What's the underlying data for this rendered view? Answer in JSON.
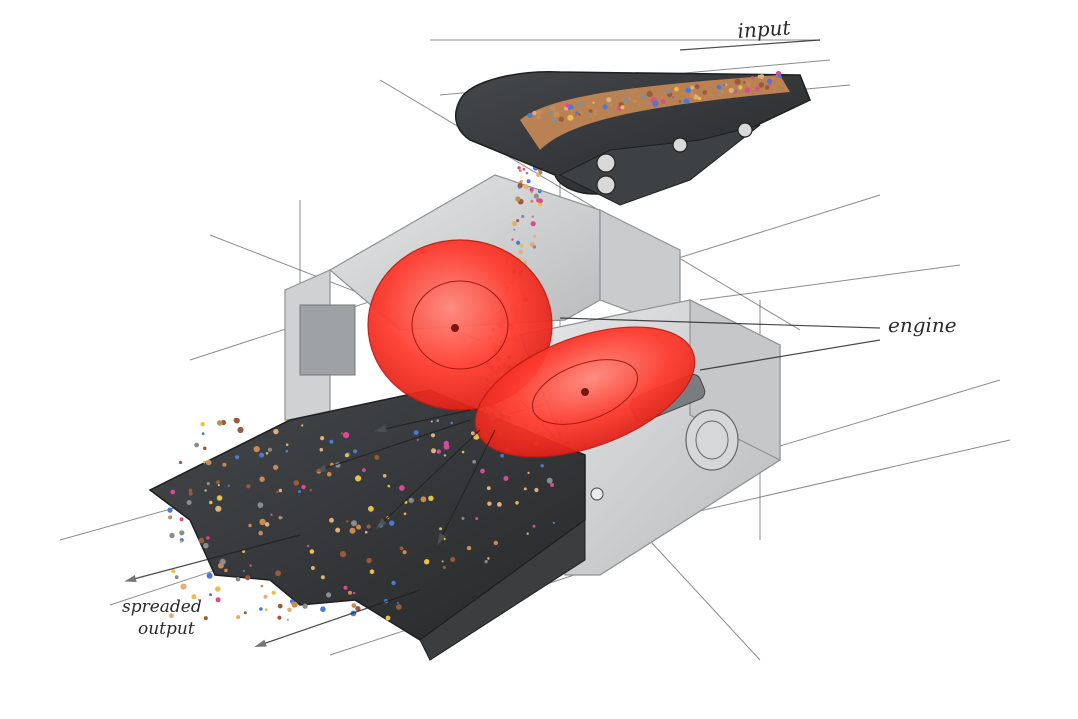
{
  "labels": {
    "input": "input",
    "engine": "engine",
    "output_line1": "spreaded",
    "output_line2": "output"
  },
  "colors": {
    "belt": "#2f3133",
    "belt_light": "#55585b",
    "housing": "#d9dadb",
    "housing_dark": "#a9abad",
    "disc": "#ff3b2f",
    "disc_light": "#ff7a6e",
    "guide_line": "#2d2d2d"
  }
}
